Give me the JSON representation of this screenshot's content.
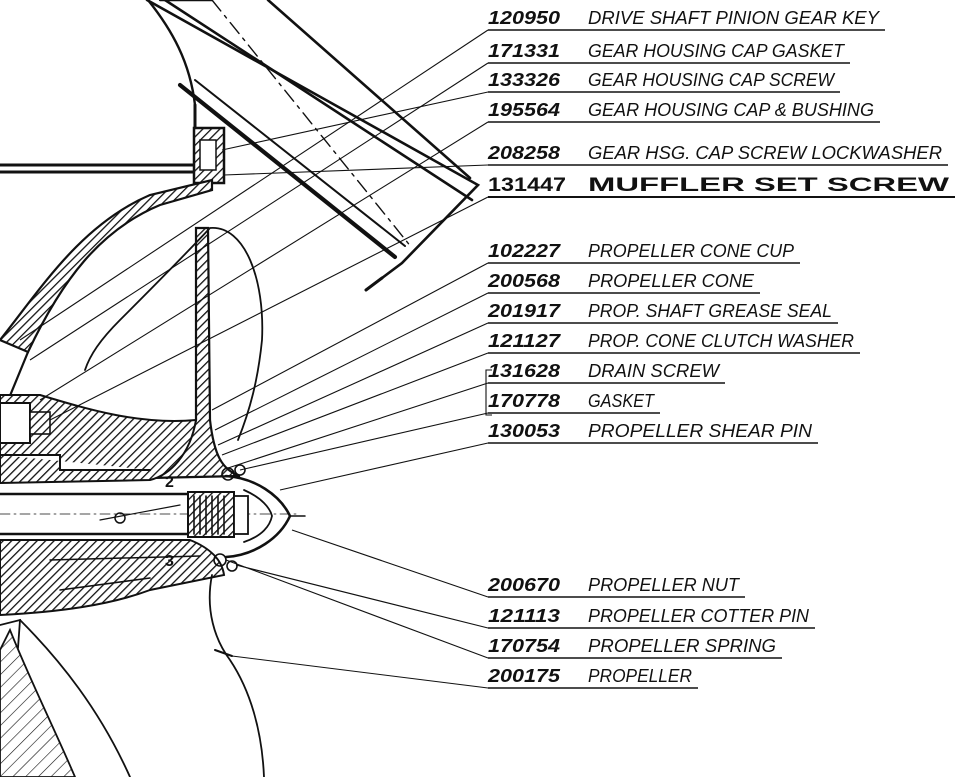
{
  "parts": [
    {
      "number": "120950",
      "name": "DRIVE SHAFT PINION GEAR KEY",
      "style": "hand"
    },
    {
      "number": "171331",
      "name": "GEAR HOUSING CAP GASKET",
      "style": "hand"
    },
    {
      "number": "133326",
      "name": "GEAR HOUSING CAP SCREW",
      "style": "hand"
    },
    {
      "number": "195564",
      "name": "GEAR HOUSING CAP & BUSHING",
      "style": "hand"
    },
    {
      "number": "208258",
      "name": "GEAR HSG. CAP SCREW LOCKWASHER",
      "style": "hand"
    },
    {
      "number": "131447",
      "name": "MUFFLER SET SCREW",
      "style": "typed"
    },
    {
      "number": "102227",
      "name": "PROPELLER CONE CUP",
      "style": "hand"
    },
    {
      "number": "200568",
      "name": "PROPELLER CONE",
      "style": "hand"
    },
    {
      "number": "201917",
      "name": "PROP. SHAFT GREASE SEAL",
      "style": "hand"
    },
    {
      "number": "121127",
      "name": "PROP. CONE CLUTCH WASHER",
      "style": "hand"
    },
    {
      "number": "131628",
      "name": "DRAIN SCREW",
      "style": "hand"
    },
    {
      "number": "170778",
      "name": "GASKET",
      "style": "hand"
    },
    {
      "number": "130053",
      "name": "PROPELLER SHEAR PIN",
      "style": "hand"
    },
    {
      "number": "200670",
      "name": "PROPELLER NUT",
      "style": "hand"
    },
    {
      "number": "121113",
      "name": "PROPELLER COTTER PIN",
      "style": "hand"
    },
    {
      "number": "170754",
      "name": "PROPELLER SPRING",
      "style": "hand"
    },
    {
      "number": "200175",
      "name": "PROPELLER",
      "style": "hand"
    }
  ],
  "colors": {
    "ink": "#111111",
    "paper": "#ffffff"
  }
}
